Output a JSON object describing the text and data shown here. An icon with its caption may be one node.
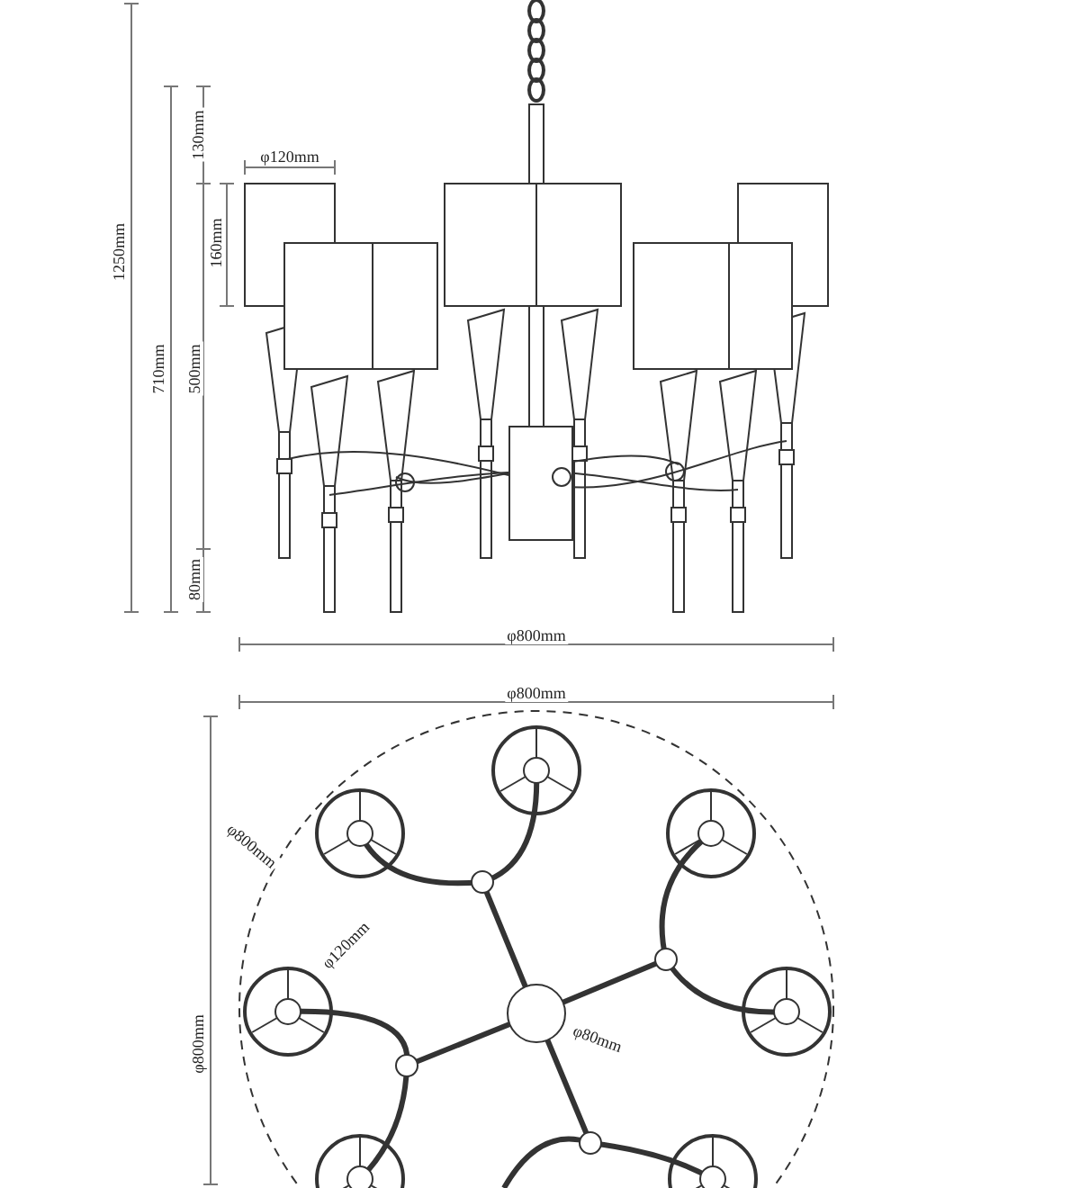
{
  "diagram": {
    "labels": [
      "130mm",
      "φ120mm",
      "1250mm",
      "160mm",
      "710mm",
      "500mm",
      "80mm",
      "φ800mm",
      "φ800mm",
      "φ800mm",
      "φ120mm",
      "φ800mm",
      "φ80mm"
    ]
  }
}
